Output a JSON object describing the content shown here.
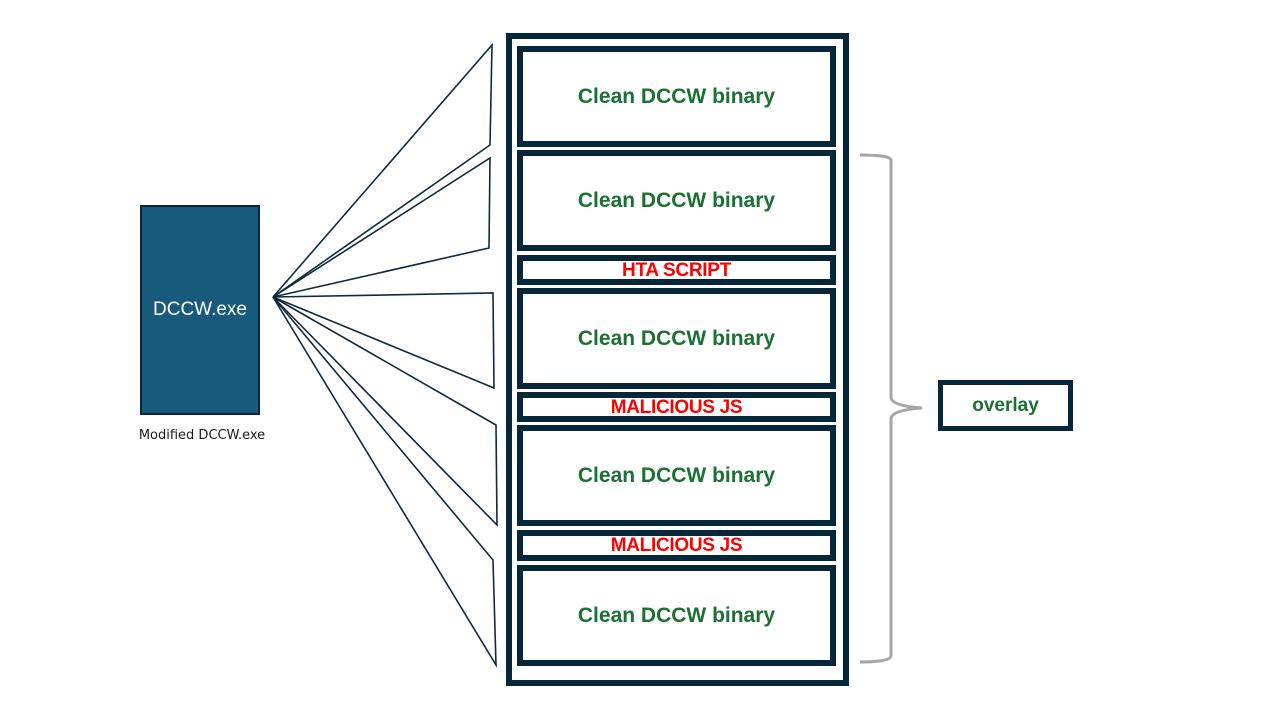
{
  "diagram": {
    "exe": {
      "label": "DCCW.exe",
      "caption": "Modified DCCW.exe"
    },
    "segments": [
      {
        "label": "Clean DCCW binary",
        "kind": "clean"
      },
      {
        "label": "Clean DCCW binary",
        "kind": "clean"
      },
      {
        "label": "HTA SCRIPT",
        "kind": "malicious"
      },
      {
        "label": "Clean DCCW binary",
        "kind": "clean"
      },
      {
        "label": "MALICIOUS JS",
        "kind": "malicious"
      },
      {
        "label": "Clean DCCW binary",
        "kind": "clean"
      },
      {
        "label": "MALICIOUS JS",
        "kind": "malicious"
      },
      {
        "label": "Clean DCCW binary",
        "kind": "clean"
      }
    ],
    "overlay": {
      "label": "overlay"
    },
    "colors": {
      "exe_fill": "#175a7c",
      "border": "#06263a",
      "clean_text": "#1b7033",
      "malicious_text": "#ff0000",
      "brace": "#a6a6a6"
    }
  }
}
